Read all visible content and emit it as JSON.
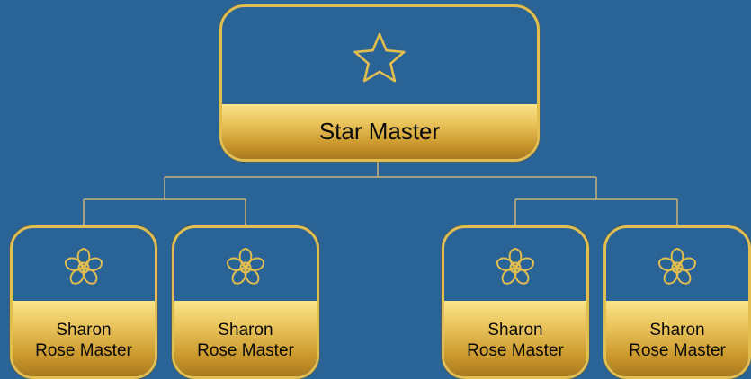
{
  "root": {
    "label": "Star Master",
    "icon": "star-icon"
  },
  "groups": [
    {
      "children": [
        {
          "line1": "Sharon",
          "line2": "Rose Master",
          "icon": "flower-icon"
        },
        {
          "line1": "Sharon",
          "line2": "Rose Master",
          "icon": "flower-icon"
        }
      ]
    },
    {
      "children": [
        {
          "line1": "Sharon",
          "line2": "Rose Master",
          "icon": "flower-icon"
        },
        {
          "line1": "Sharon",
          "line2": "Rose Master",
          "icon": "flower-icon"
        }
      ]
    }
  ],
  "colors": {
    "background": "#2a6497",
    "gold": "#e2bd4f",
    "connector": "#c9b27a"
  }
}
